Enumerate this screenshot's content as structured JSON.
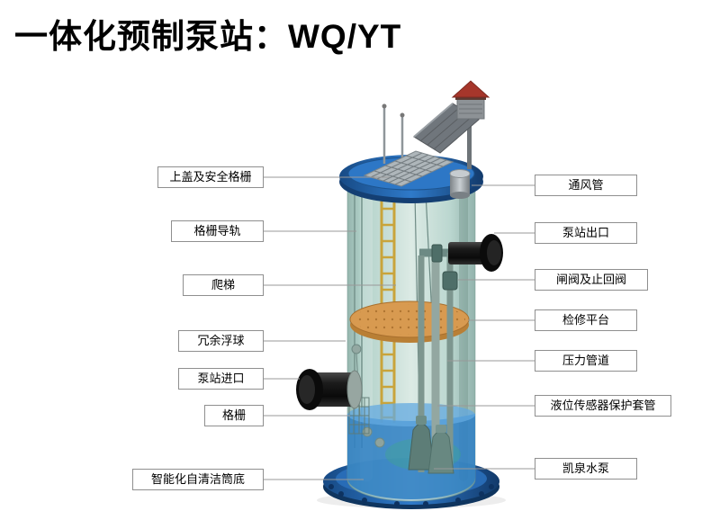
{
  "title": "一体化预制泵站：WQ/YT",
  "labels": {
    "left": [
      "上盖及安全格栅",
      "格栅导轨",
      "爬梯",
      "冗余浮球",
      "泵站进口",
      "格栅",
      "智能化自清洁筒底"
    ],
    "right": [
      "通风管",
      "泵站出口",
      "闸阀及止回阀",
      "检修平台",
      "压力管道",
      "液位传感器保护套管",
      "凯泉水泵"
    ]
  },
  "colors": {
    "lid_blue": "#1f5fa9",
    "tank_teal": "#a9cfc7",
    "water_blue": "#2e7fc4",
    "platform_orange": "#d89a50",
    "pipe_black": "#111111",
    "roof_red": "#a6362b",
    "label_border": "#8f8f8f",
    "leader_line": "#999999"
  }
}
